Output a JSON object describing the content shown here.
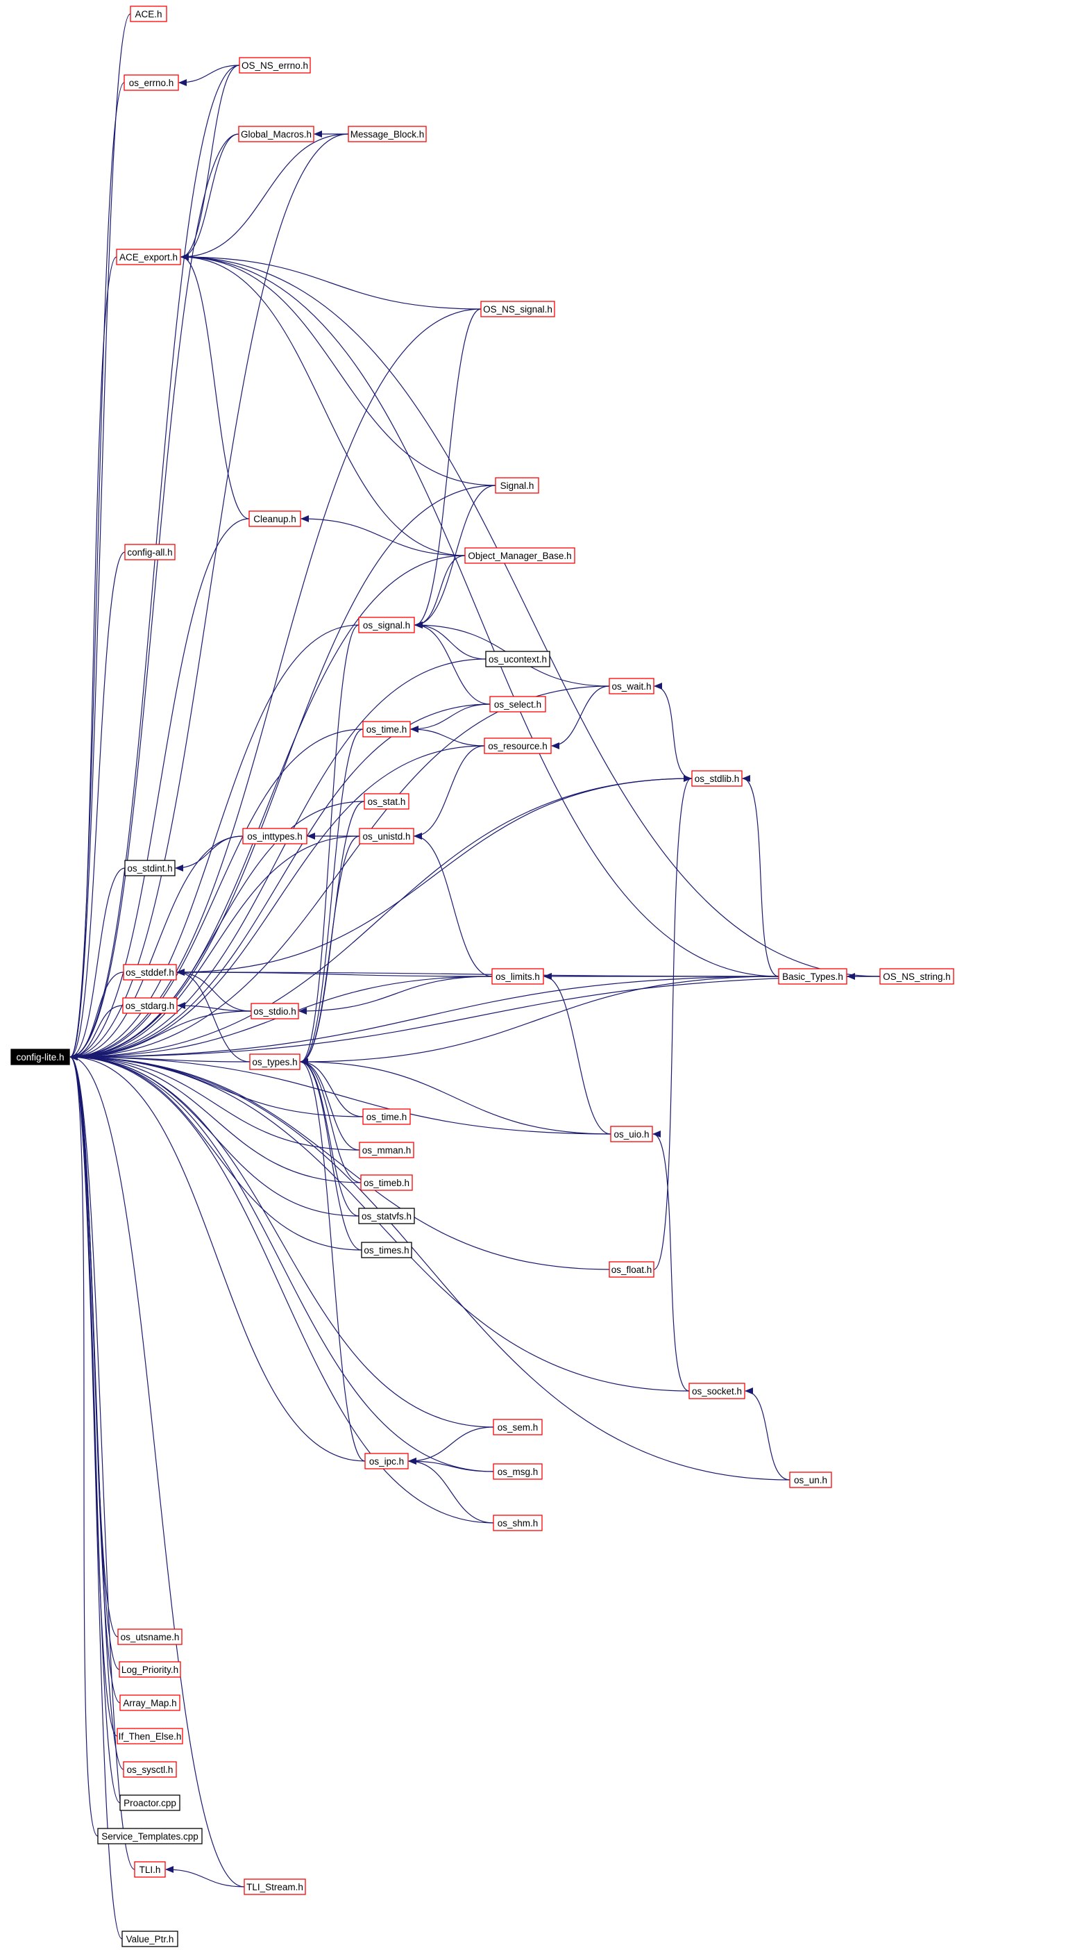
{
  "colors": {
    "edge": "#191970",
    "border_linked": "#ff0000",
    "border_plain": "#000000",
    "root_fill": "#000000",
    "root_text": "#ffffff"
  },
  "nodes": {
    "config_lite": {
      "label": "config-lite.h",
      "kind": "root"
    },
    "ace": {
      "label": "ACE.h",
      "kind": "linked"
    },
    "os_ns_errno": {
      "label": "OS_NS_errno.h",
      "kind": "linked"
    },
    "os_errno": {
      "label": "os_errno.h",
      "kind": "linked"
    },
    "global_macros": {
      "label": "Global_Macros.h",
      "kind": "linked"
    },
    "message_block": {
      "label": "Message_Block.h",
      "kind": "linked"
    },
    "ace_export": {
      "label": "ACE_export.h",
      "kind": "linked"
    },
    "os_ns_signal": {
      "label": "OS_NS_signal.h",
      "kind": "linked"
    },
    "signal": {
      "label": "Signal.h",
      "kind": "linked"
    },
    "cleanup": {
      "label": "Cleanup.h",
      "kind": "linked"
    },
    "config_all": {
      "label": "config-all.h",
      "kind": "linked"
    },
    "object_manager_base": {
      "label": "Object_Manager_Base.h",
      "kind": "linked"
    },
    "os_signal": {
      "label": "os_signal.h",
      "kind": "linked"
    },
    "os_ucontext": {
      "label": "os_ucontext.h",
      "kind": "plain"
    },
    "os_wait": {
      "label": "os_wait.h",
      "kind": "linked"
    },
    "os_select": {
      "label": "os_select.h",
      "kind": "linked"
    },
    "os_time_a": {
      "label": "os_time.h",
      "kind": "linked"
    },
    "os_resource": {
      "label": "os_resource.h",
      "kind": "linked"
    },
    "os_stdlib": {
      "label": "os_stdlib.h",
      "kind": "linked"
    },
    "os_stat": {
      "label": "os_stat.h",
      "kind": "linked"
    },
    "os_inttypes": {
      "label": "os_inttypes.h",
      "kind": "linked"
    },
    "os_unistd": {
      "label": "os_unistd.h",
      "kind": "linked"
    },
    "os_stdint": {
      "label": "os_stdint.h",
      "kind": "plain"
    },
    "os_stddef": {
      "label": "os_stddef.h",
      "kind": "linked"
    },
    "os_limits": {
      "label": "os_limits.h",
      "kind": "linked"
    },
    "basic_types": {
      "label": "Basic_Types.h",
      "kind": "linked"
    },
    "os_ns_string": {
      "label": "OS_NS_string.h",
      "kind": "linked"
    },
    "os_stdarg": {
      "label": "os_stdarg.h",
      "kind": "linked"
    },
    "os_stdio": {
      "label": "os_stdio.h",
      "kind": "linked"
    },
    "os_types": {
      "label": "os_types.h",
      "kind": "linked"
    },
    "os_time_b": {
      "label": "os_time.h",
      "kind": "linked"
    },
    "os_uio": {
      "label": "os_uio.h",
      "kind": "linked"
    },
    "os_mman": {
      "label": "os_mman.h",
      "kind": "linked"
    },
    "os_timeb": {
      "label": "os_timeb.h",
      "kind": "linked"
    },
    "os_statvfs": {
      "label": "os_statvfs.h",
      "kind": "plain"
    },
    "os_times": {
      "label": "os_times.h",
      "kind": "plain"
    },
    "os_float": {
      "label": "os_float.h",
      "kind": "linked"
    },
    "os_socket": {
      "label": "os_socket.h",
      "kind": "linked"
    },
    "os_sem": {
      "label": "os_sem.h",
      "kind": "linked"
    },
    "os_ipc": {
      "label": "os_ipc.h",
      "kind": "linked"
    },
    "os_msg": {
      "label": "os_msg.h",
      "kind": "linked"
    },
    "os_un": {
      "label": "os_un.h",
      "kind": "linked"
    },
    "os_shm": {
      "label": "os_shm.h",
      "kind": "linked"
    },
    "os_utsname": {
      "label": "os_utsname.h",
      "kind": "linked"
    },
    "log_priority": {
      "label": "Log_Priority.h",
      "kind": "linked"
    },
    "array_map": {
      "label": "Array_Map.h",
      "kind": "linked"
    },
    "if_then_else": {
      "label": "If_Then_Else.h",
      "kind": "linked"
    },
    "os_sysctl": {
      "label": "os_sysctl.h",
      "kind": "linked"
    },
    "proactor_cpp": {
      "label": "Proactor.cpp",
      "kind": "plain"
    },
    "service_templates_cpp": {
      "label": "Service_Templates.cpp",
      "kind": "plain"
    },
    "tli": {
      "label": "TLI.h",
      "kind": "linked"
    },
    "tli_stream": {
      "label": "TLI_Stream.h",
      "kind": "linked"
    },
    "value_ptr": {
      "label": "Value_Ptr.h",
      "kind": "plain"
    }
  },
  "edges": [
    [
      "ace",
      "config_lite"
    ],
    [
      "os_ns_errno",
      "config_lite"
    ],
    [
      "os_ns_errno",
      "os_errno"
    ],
    [
      "os_errno",
      "config_lite"
    ],
    [
      "global_macros",
      "config_lite"
    ],
    [
      "message_block",
      "config_lite"
    ],
    [
      "message_block",
      "global_macros"
    ],
    [
      "message_block",
      "ace_export"
    ],
    [
      "ace_export",
      "config_lite"
    ],
    [
      "os_ns_errno",
      "ace_export"
    ],
    [
      "global_macros",
      "ace_export"
    ],
    [
      "os_ns_signal",
      "ace_export"
    ],
    [
      "os_ns_signal",
      "config_lite"
    ],
    [
      "os_ns_signal",
      "os_signal"
    ],
    [
      "os_ns_string",
      "ace_export"
    ],
    [
      "basic_types",
      "ace_export"
    ],
    [
      "cleanup",
      "ace_export"
    ],
    [
      "object_manager_base",
      "ace_export"
    ],
    [
      "signal",
      "ace_export"
    ],
    [
      "signal",
      "config_lite"
    ],
    [
      "signal",
      "os_signal"
    ],
    [
      "cleanup",
      "config_lite"
    ],
    [
      "object_manager_base",
      "cleanup"
    ],
    [
      "object_manager_base",
      "config_lite"
    ],
    [
      "object_manager_base",
      "os_signal"
    ],
    [
      "config_all",
      "config_lite"
    ],
    [
      "os_signal",
      "config_lite"
    ],
    [
      "os_signal",
      "os_types"
    ],
    [
      "os_ucontext",
      "os_signal"
    ],
    [
      "os_ucontext",
      "config_lite"
    ],
    [
      "os_select",
      "os_signal"
    ],
    [
      "os_select",
      "config_lite"
    ],
    [
      "os_select",
      "os_time_a"
    ],
    [
      "os_wait",
      "os_signal"
    ],
    [
      "os_wait",
      "config_lite"
    ],
    [
      "os_wait",
      "os_resource"
    ],
    [
      "os_stdlib",
      "os_wait"
    ],
    [
      "os_stdlib",
      "os_stddef"
    ],
    [
      "os_stdlib",
      "config_lite"
    ],
    [
      "os_time_a",
      "config_lite"
    ],
    [
      "os_time_a",
      "os_types"
    ],
    [
      "os_resource",
      "os_time_a"
    ],
    [
      "os_resource",
      "config_lite"
    ],
    [
      "os_resource",
      "os_unistd"
    ],
    [
      "os_stat",
      "config_lite"
    ],
    [
      "os_stat",
      "os_types"
    ],
    [
      "os_inttypes",
      "config_lite"
    ],
    [
      "os_inttypes",
      "os_stdint"
    ],
    [
      "os_unistd",
      "os_inttypes"
    ],
    [
      "os_unistd",
      "config_lite"
    ],
    [
      "os_unistd",
      "os_types"
    ],
    [
      "os_stdint",
      "config_lite"
    ],
    [
      "os_stddef",
      "config_lite"
    ],
    [
      "os_limits",
      "os_stddef"
    ],
    [
      "os_limits",
      "os_unistd"
    ],
    [
      "os_limits",
      "config_lite"
    ],
    [
      "os_limits",
      "os_stdio"
    ],
    [
      "basic_types",
      "os_limits"
    ],
    [
      "basic_types",
      "os_stddef"
    ],
    [
      "basic_types",
      "os_stdlib"
    ],
    [
      "basic_types",
      "config_lite"
    ],
    [
      "basic_types",
      "os_types"
    ],
    [
      "os_ns_string",
      "basic_types"
    ],
    [
      "os_ns_string",
      "config_lite"
    ],
    [
      "os_stdarg",
      "config_lite"
    ],
    [
      "os_stdio",
      "os_stdarg"
    ],
    [
      "os_stdio",
      "os_stddef"
    ],
    [
      "os_stdio",
      "config_lite"
    ],
    [
      "os_types",
      "config_lite"
    ],
    [
      "os_types",
      "os_stddef"
    ],
    [
      "os_time_b",
      "config_lite"
    ],
    [
      "os_time_b",
      "os_types"
    ],
    [
      "os_uio",
      "config_lite"
    ],
    [
      "os_uio",
      "os_types"
    ],
    [
      "os_uio",
      "os_limits"
    ],
    [
      "os_mman",
      "config_lite"
    ],
    [
      "os_mman",
      "os_types"
    ],
    [
      "os_timeb",
      "config_lite"
    ],
    [
      "os_timeb",
      "os_types"
    ],
    [
      "os_statvfs",
      "config_lite"
    ],
    [
      "os_statvfs",
      "os_types"
    ],
    [
      "os_times",
      "config_lite"
    ],
    [
      "os_times",
      "os_types"
    ],
    [
      "os_float",
      "config_lite"
    ],
    [
      "os_float",
      "os_stdlib"
    ],
    [
      "os_socket",
      "config_lite"
    ],
    [
      "os_socket",
      "os_uio"
    ],
    [
      "os_sem",
      "config_lite"
    ],
    [
      "os_sem",
      "os_ipc"
    ],
    [
      "os_ipc",
      "config_lite"
    ],
    [
      "os_ipc",
      "os_types"
    ],
    [
      "os_msg",
      "config_lite"
    ],
    [
      "os_msg",
      "os_ipc"
    ],
    [
      "os_shm",
      "config_lite"
    ],
    [
      "os_shm",
      "os_ipc"
    ],
    [
      "os_un",
      "config_lite"
    ],
    [
      "os_un",
      "os_socket"
    ],
    [
      "os_utsname",
      "config_lite"
    ],
    [
      "log_priority",
      "config_lite"
    ],
    [
      "array_map",
      "config_lite"
    ],
    [
      "if_then_else",
      "config_lite"
    ],
    [
      "os_sysctl",
      "config_lite"
    ],
    [
      "proactor_cpp",
      "config_lite"
    ],
    [
      "service_templates_cpp",
      "config_lite"
    ],
    [
      "tli",
      "config_lite"
    ],
    [
      "tli_stream",
      "tli"
    ],
    [
      "tli_stream",
      "config_lite"
    ],
    [
      "value_ptr",
      "config_lite"
    ]
  ]
}
